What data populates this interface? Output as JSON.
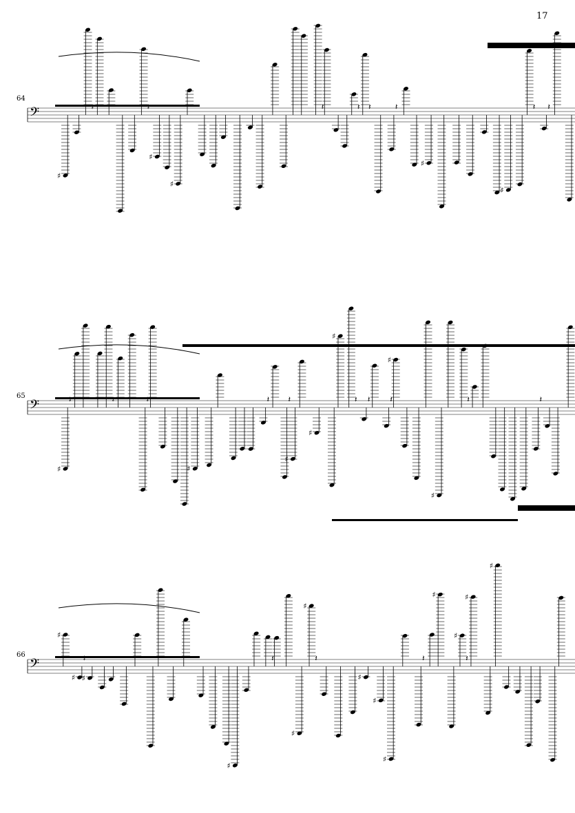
{
  "page_number": "17",
  "systems": [
    {
      "measure_number": "64"
    },
    {
      "measure_number": "65"
    },
    {
      "measure_number": "66"
    }
  ],
  "clef": "bass-clef"
}
